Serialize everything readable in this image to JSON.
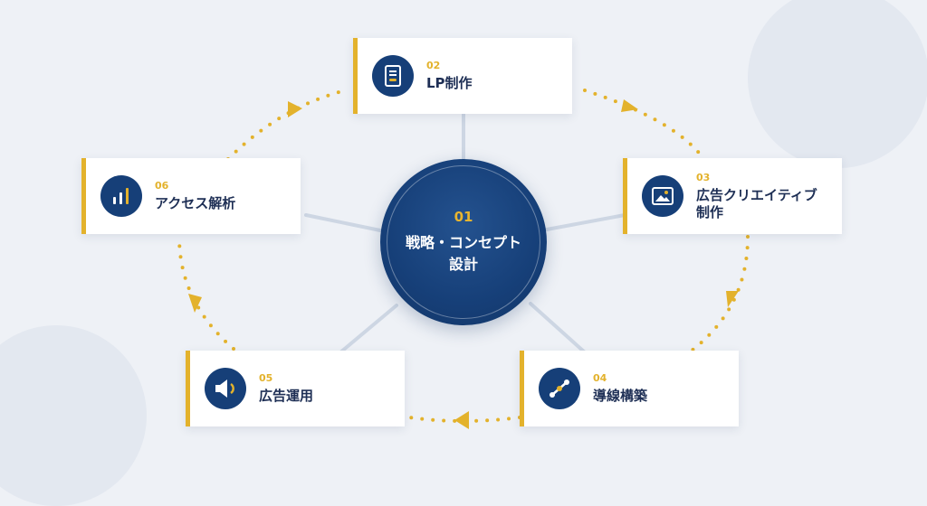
{
  "hub": {
    "number": "01",
    "title_line1": "戦略・コンセプト",
    "title_line2": "設計"
  },
  "steps": [
    {
      "number": "02",
      "title": "LP制作",
      "icon": "document-icon"
    },
    {
      "number": "03",
      "title_line1": "広告クリエイティブ",
      "title_line2": "制作",
      "icon": "image-icon"
    },
    {
      "number": "04",
      "title": "導線構築",
      "icon": "route-icon"
    },
    {
      "number": "05",
      "title": "広告運用",
      "icon": "megaphone-icon"
    },
    {
      "number": "06",
      "title": "アクセス解析",
      "icon": "bar-chart-icon"
    }
  ],
  "colors": {
    "navy": "#163f78",
    "accent": "#e3b22c",
    "text": "#1e2f55",
    "background": "#eef1f6"
  }
}
